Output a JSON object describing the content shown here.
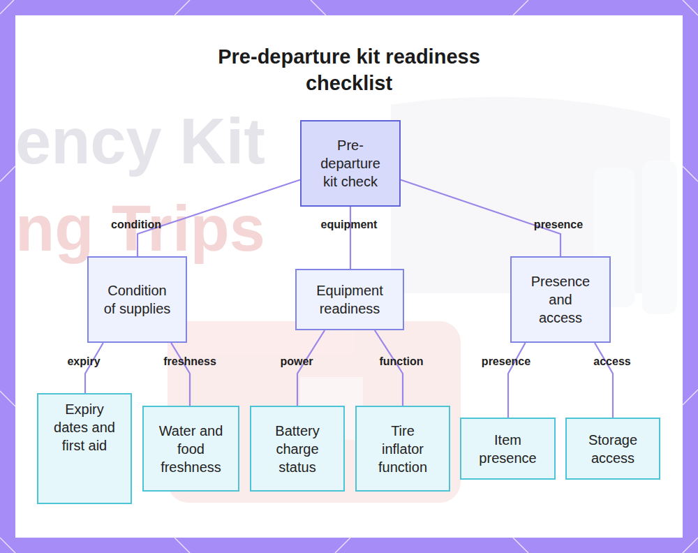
{
  "diagram": {
    "title": "Pre-departure kit readiness checklist",
    "nodes": [
      {
        "text": [
          "Pre-departure kit check"
        ]
      },
      {
        "text": [
          "Condition of supplies"
        ]
      },
      {
        "text": [
          "Equipment readiness"
        ]
      },
      {
        "text": [
          "Presence and access"
        ]
      },
      {
        "text": [
          "Expiry dates and first aid"
        ]
      },
      {
        "text": [
          "Water and food freshness"
        ]
      },
      {
        "text": [
          "Battery charge status"
        ]
      },
      {
        "text": [
          "Tire inflator function"
        ]
      },
      {
        "text": [
          "Item presence"
        ]
      },
      {
        "text": [
          "Storage access"
        ]
      }
    ],
    "edges": [
      {
        "from": 0,
        "to": 1,
        "label": "condition",
        "arrow": "none"
      },
      {
        "from": 0,
        "to": 2,
        "label": "equipment",
        "arrow": "none"
      },
      {
        "from": 0,
        "to": 3,
        "label": "presence",
        "arrow": "none"
      },
      {
        "from": 1,
        "to": 4,
        "label": "expiry",
        "arrow": "none"
      },
      {
        "from": 1,
        "to": 5,
        "label": "freshness",
        "arrow": "none"
      },
      {
        "from": 2,
        "to": 6,
        "label": "power",
        "arrow": "none"
      },
      {
        "from": 2,
        "to": 7,
        "label": "function",
        "arrow": "none"
      },
      {
        "from": 3,
        "to": 8,
        "label": "presence",
        "arrow": "none"
      },
      {
        "from": 3,
        "to": 9,
        "label": "access",
        "arrow": "none"
      }
    ],
    "labels": [
      "ency Kit",
      "ng Trips"
    ]
  }
}
